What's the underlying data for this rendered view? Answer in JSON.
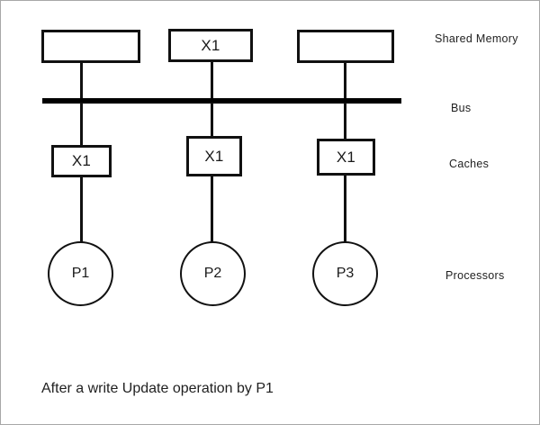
{
  "diagram": {
    "caption": "After a write Update operation by P1",
    "row_labels": [
      {
        "name": "shared-memory",
        "text": "Shared Memory"
      },
      {
        "name": "bus",
        "text": "Bus"
      },
      {
        "name": "caches",
        "text": "Caches"
      },
      {
        "name": "processors",
        "text": "Processors"
      }
    ],
    "memory_blocks": [
      {
        "name": "memory-block-1",
        "value": ""
      },
      {
        "name": "memory-block-2",
        "value": "X1"
      },
      {
        "name": "memory-block-3",
        "value": ""
      }
    ],
    "caches": [
      {
        "name": "cache-1",
        "value": "X1"
      },
      {
        "name": "cache-2",
        "value": "X1"
      },
      {
        "name": "cache-3",
        "value": "X1"
      }
    ],
    "processors": [
      {
        "name": "processor-1",
        "value": "P1"
      },
      {
        "name": "processor-2",
        "value": "P2"
      },
      {
        "name": "processor-3",
        "value": "P3"
      }
    ],
    "colors": {
      "stroke": "#111111",
      "bus": "#000000",
      "text": "#1f1f1f",
      "background": "#ffffff",
      "frame": "#a8a8a8"
    }
  }
}
